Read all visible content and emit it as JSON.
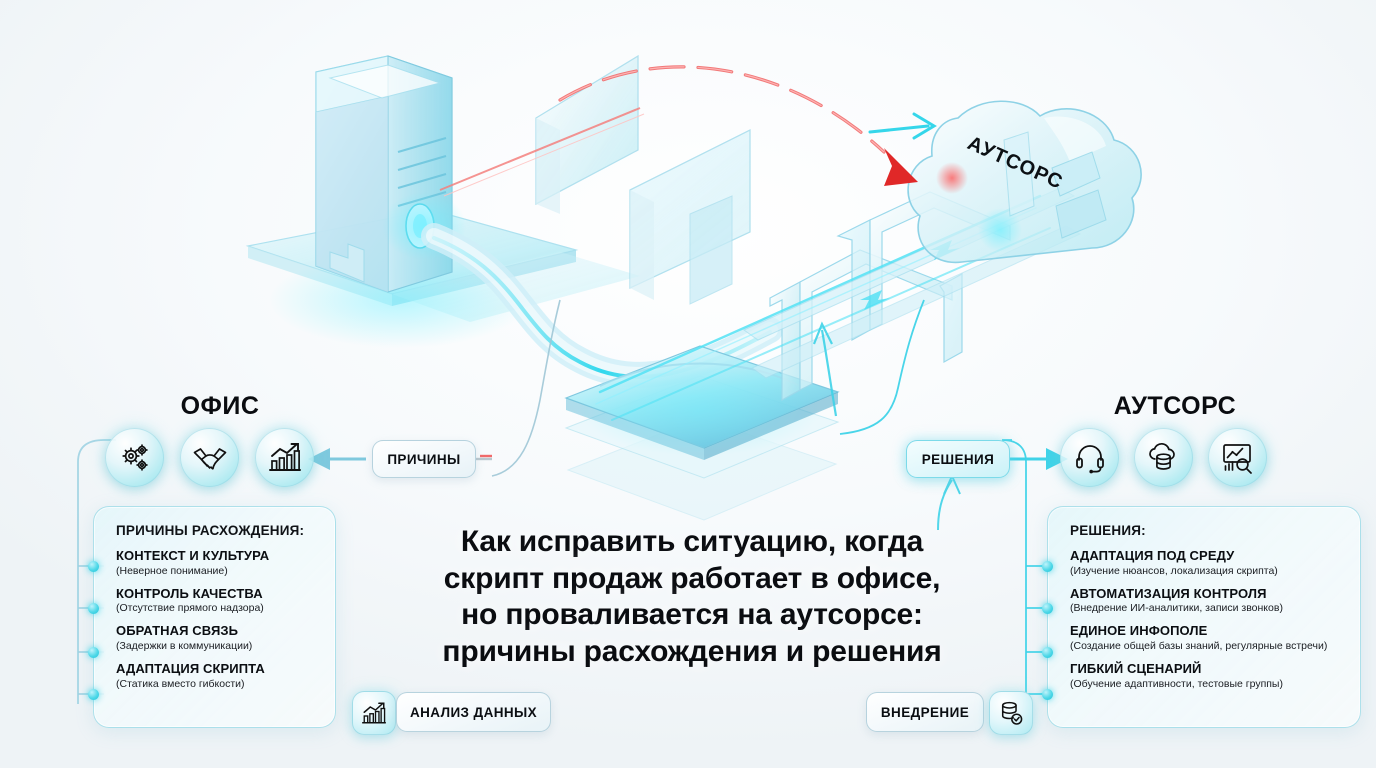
{
  "title_lines": [
    "Как исправить ситуацию, когда",
    "скрипт продаж работает в офисе,",
    "но проваливается на аутсорсе:",
    "причины расхождения и решения"
  ],
  "illustration": {
    "cloud_label": "АУТСОРС",
    "server_icon": "server-tower-3d",
    "cloud_icon": "cloud-3d",
    "failure_arrow": "red-dashed-arrow",
    "flow_arrow": "cyan-data-flow-arrow"
  },
  "left": {
    "heading": "ОФИС",
    "icons": [
      {
        "name": "gears-icon",
        "label": "gears"
      },
      {
        "name": "handshake-icon",
        "label": "handshake"
      },
      {
        "name": "growth-chart-icon",
        "label": "growth-chart"
      }
    ],
    "pill": "ПРИЧИНЫ",
    "panel_title": "ПРИЧИНЫ РАСХОЖДЕНИЯ:",
    "items": [
      {
        "title": "КОНТЕКСТ И КУЛЬТУРА",
        "sub": "(Неверное понимание)"
      },
      {
        "title": "КОНТРОЛЬ КАЧЕСТВА",
        "sub": "(Отсутствие прямого надзора)"
      },
      {
        "title": "ОБРАТНАЯ СВЯЗЬ",
        "sub": "(Задержки в коммуникации)"
      },
      {
        "title": "АДАПТАЦИЯ СКРИПТА",
        "sub": "(Статика вместо гибкости)"
      }
    ]
  },
  "right": {
    "heading": "АУТСОРС",
    "icons": [
      {
        "name": "headset-icon",
        "label": "headset"
      },
      {
        "name": "cloud-database-icon",
        "label": "cloud-database"
      },
      {
        "name": "analytics-search-icon",
        "label": "analytics-search"
      }
    ],
    "pill": "РЕШЕНИЯ",
    "panel_title": "РЕШЕНИЯ:",
    "items": [
      {
        "title": "АДАПТАЦИЯ ПОД СРЕДУ",
        "sub": "(Изучение нюансов, локализация скрипта)"
      },
      {
        "title": "АВТОМАТИЗАЦИЯ КОНТРОЛЯ",
        "sub": "(Внедрение ИИ-аналитики, записи звонков)"
      },
      {
        "title": "ЕДИНОЕ ИНФОПОЛЕ",
        "sub": "(Создание общей базы знаний, регулярные встречи)"
      },
      {
        "title": "ГИБКИЙ СЦЕНАРИЙ",
        "sub": "(Обучение адаптивности, тестовые группы)"
      }
    ]
  },
  "bottom": {
    "analysis_label": "АНАЛИЗ ДАННЫХ",
    "analysis_icon": "bar-chart-arrow-icon",
    "implementation_label": "ВНЕДРЕНИЕ",
    "implementation_icon": "database-check-icon"
  },
  "colors": {
    "accent_cyan": "#33d3e7",
    "accent_deep": "#1fb9d4",
    "alert_red": "#e23b3b",
    "ink": "#0a0c10",
    "background": "#f4f8fa"
  }
}
